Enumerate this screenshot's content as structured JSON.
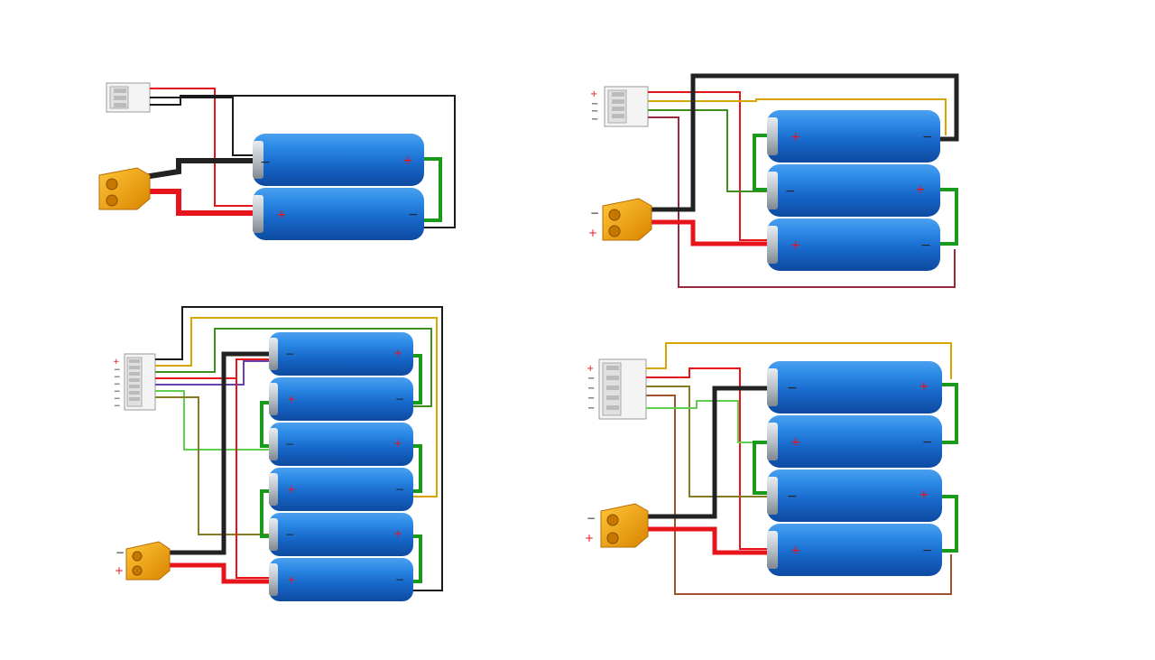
{
  "markings": {
    "plus": "+",
    "minus": "−",
    "cell_plus": "+",
    "cell_minus": "−"
  },
  "diagrams": [
    {
      "id": "2s",
      "cells": 2,
      "balance_pins": 3,
      "polarity_labels": false
    },
    {
      "id": "3s",
      "cells": 3,
      "balance_pins": 4,
      "polarity_labels": true
    },
    {
      "id": "6s",
      "cells": 6,
      "balance_pins": 7,
      "polarity_labels": true
    },
    {
      "id": "4s",
      "cells": 4,
      "balance_pins": 5,
      "polarity_labels": true
    }
  ],
  "colors": {
    "cell_blue": "#1f7fd8",
    "cell_dark": "#0c4ea8",
    "red_wire": "#e8141b",
    "black_wire": "#1a1a1a",
    "green_link": "#1a9a1a",
    "orange_wire": "#d9a400",
    "dark_green_wire": "#3f8f1f",
    "light_green_wire": "#5fcf4f",
    "purple_wire": "#6a3fb0",
    "olive_wire": "#8a7a1f",
    "brown_wire": "#a0522d",
    "connector_yellow": "#f2a20c"
  }
}
